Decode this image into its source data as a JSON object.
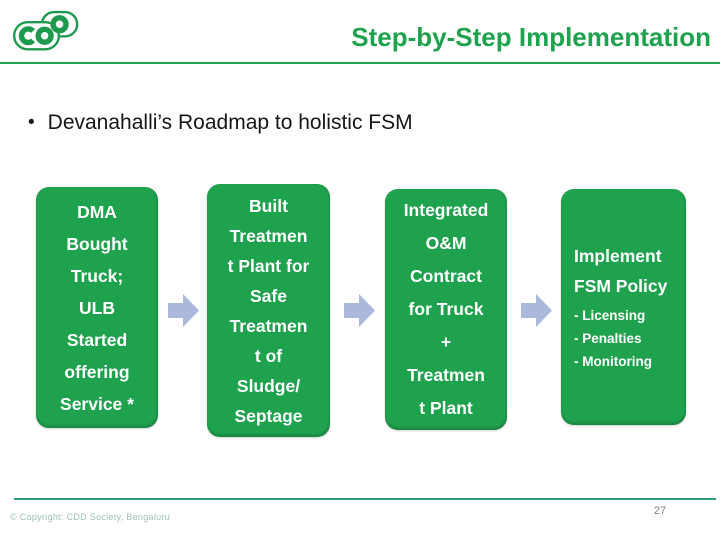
{
  "header": {
    "logo_alt": "CDD",
    "title": "Step-by-Step Implementation"
  },
  "bullet": {
    "marker": "•",
    "text": "Devanahalli’s Roadmap to holistic FSM"
  },
  "roadmap": {
    "steps": [
      {
        "name": "step-1",
        "lines": [
          "DMA",
          "Bought",
          "Truck;",
          "ULB",
          "Started",
          "offering",
          "Service *"
        ]
      },
      {
        "name": "step-2",
        "lines": [
          "Built",
          "Treatmen",
          "t Plant for",
          "Safe",
          "Treatmen",
          "t of",
          "Sludge/",
          "Septage"
        ]
      },
      {
        "name": "step-3",
        "lines": [
          "Integrated",
          "O&M",
          "Contract",
          "for Truck",
          "+",
          "Treatmen",
          "t Plant"
        ]
      },
      {
        "name": "step-4",
        "title_lines": [
          "Implement",
          "FSM Policy"
        ],
        "sub_items": [
          "- Licensing",
          "- Penalties",
          "- Monitoring"
        ]
      }
    ],
    "arrow_icon": "right-block-arrow"
  },
  "footer": {
    "copyright": "© Copyright: CDD Society, Bengaluru",
    "page_number": "27"
  },
  "colors": {
    "green": "#1FA24E",
    "title_green": "#1FA24E",
    "arrow_blue": "#A9B8DB",
    "footer_line_teal": "#2E9B80",
    "copyright_text": "#9CC0B8",
    "page_number_gray": "#808080"
  }
}
